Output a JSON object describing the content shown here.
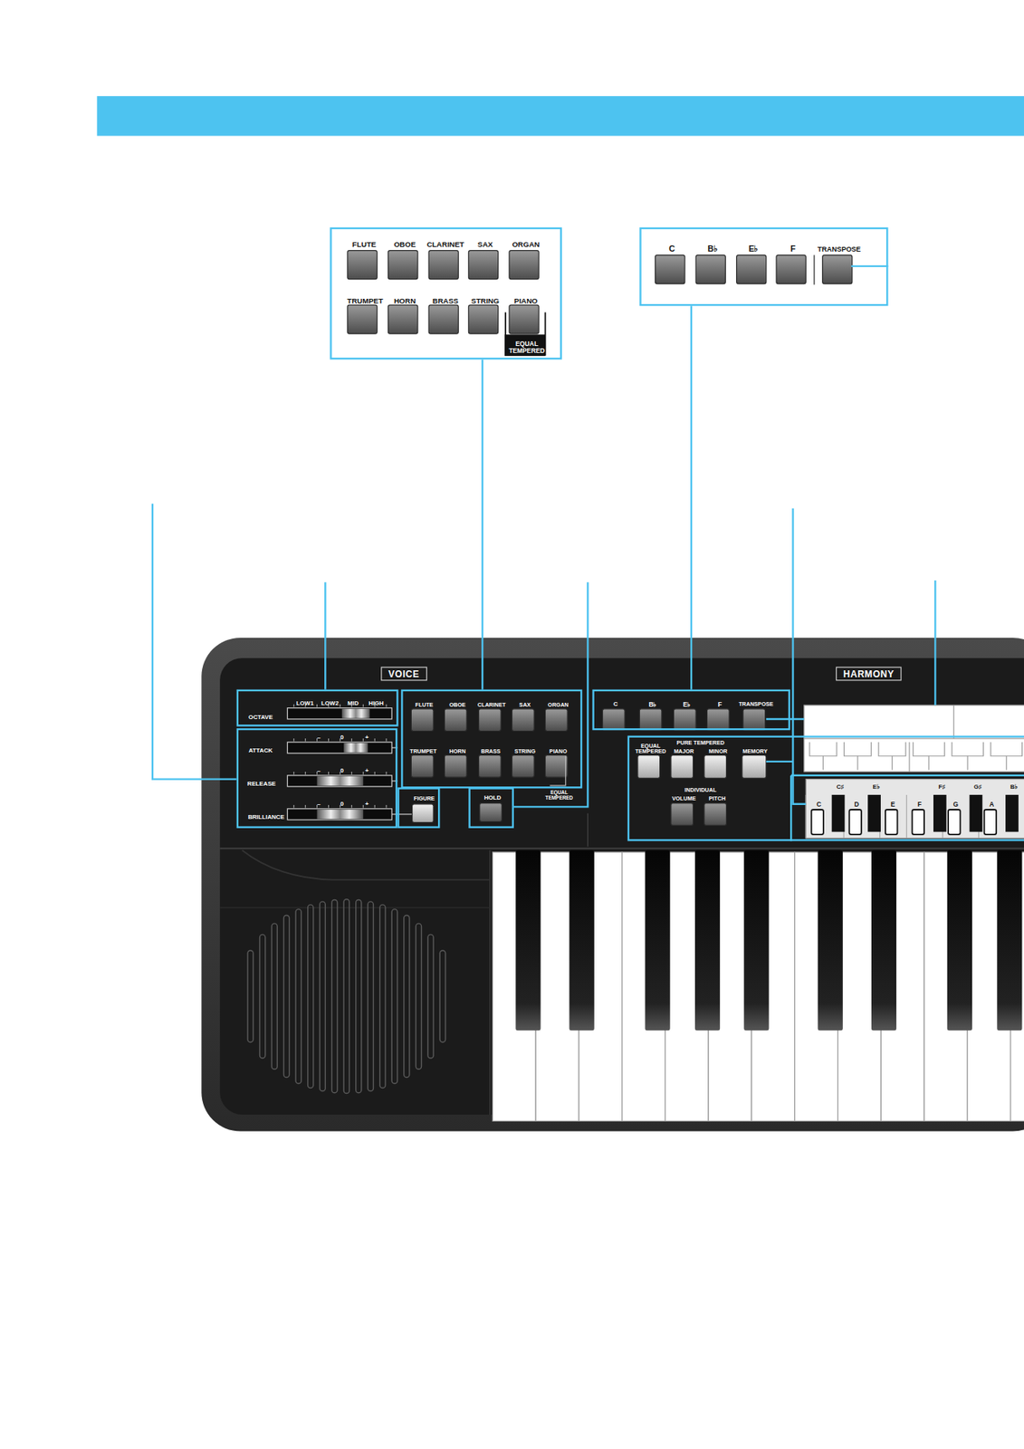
{
  "diagram": {
    "nodes": [
      {
        "text": [
          "FLUTE",
          "OBOE",
          "CLARINET",
          "SAX",
          "ORGAN",
          "TRUMPET",
          "HORN",
          "BRASS",
          "STRING",
          "PIANO",
          "EQUAL TEMPERED"
        ]
      },
      {
        "text": [
          "C",
          "B♭",
          "E♭",
          "F",
          "TRANSPOSE"
        ]
      },
      {
        "text": [
          "OCTAVE",
          "LOW1",
          "LOW2",
          "MID",
          "HIGH"
        ]
      },
      {
        "text": [
          "ATTACK",
          "–",
          "0",
          "+",
          "RELEASE",
          "–",
          "0",
          "+",
          "BRILLIANCE",
          "–",
          "0",
          "+"
        ]
      },
      {
        "text": [
          "FIGURE"
        ]
      },
      {
        "text": [
          "FLUTE",
          "OBOE",
          "CLARINET",
          "SAX",
          "ORGAN",
          "TRUMPET",
          "HORN",
          "BRASS",
          "STRING",
          "PIANO",
          "EQUAL TEMPERED"
        ]
      },
      {
        "text": [
          "HOLD"
        ]
      },
      {
        "text": [
          "C",
          "B♭",
          "E♭",
          "F",
          "TRANSPOSE"
        ]
      },
      {
        "text": [
          "EQUAL TEMPERED",
          "PURE TEMPERED",
          "MAJOR",
          "MINOR",
          "MEMORY",
          "INDIVIDUAL",
          "VOLUME",
          "PITCH",
          "C",
          "C♯",
          "D",
          "E♭",
          "E",
          "F",
          "F♯",
          "G",
          "G♯",
          "A",
          "B♭"
        ]
      }
    ],
    "edges": [
      {
        "from": 0,
        "to": 5,
        "arrow": "none"
      },
      {
        "from": 1,
        "to": 7,
        "arrow": "none"
      }
    ],
    "labels": [
      "VOICE",
      "HARMONY"
    ]
  }
}
